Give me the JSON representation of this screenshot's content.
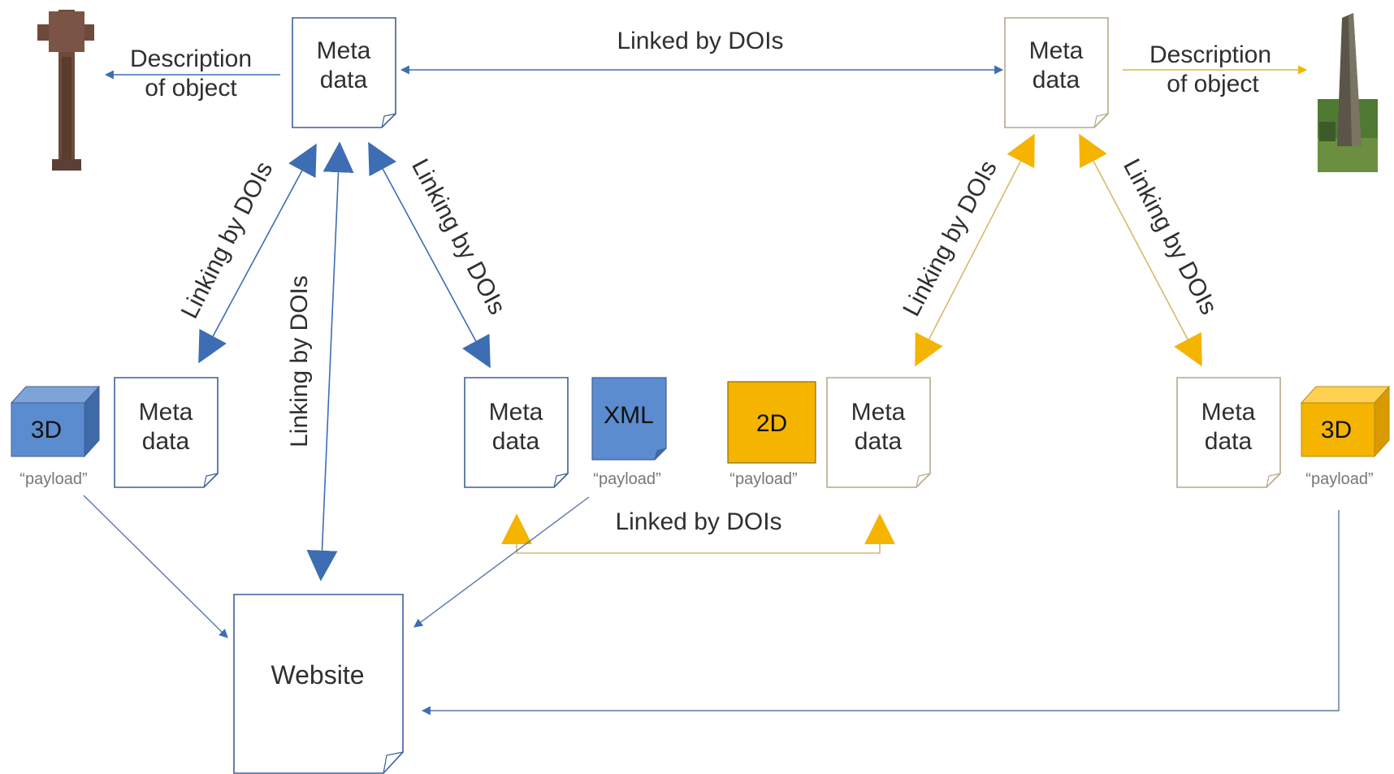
{
  "metadata_label": [
    "Meta",
    "data"
  ],
  "website_label": "Website",
  "labels": {
    "linked_top": "Linked by DOIs",
    "linked_bottom": "Linked by DOIs",
    "linking": "Linking by DOIs",
    "description": [
      "Description",
      "of object"
    ]
  },
  "payloads": {
    "left_3d": {
      "badge": "3D",
      "caption": "“payload”"
    },
    "xml": {
      "badge": "XML",
      "caption": "“payload”"
    },
    "twod": {
      "badge": "2D",
      "caption": "“payload”"
    },
    "right_3d": {
      "badge": "3D",
      "caption": "“payload”"
    }
  },
  "colors": {
    "blue": "#3d6db3",
    "blue_fill": "#5b8ccf",
    "yellow": "#f4b400",
    "yellow_line": "#d9b86a",
    "box_border_blue": "#3f5f99",
    "box_border_yellow": "#b5a98a"
  },
  "images": {
    "left_object": "stone-cross",
    "right_object": "stone-obelisk-on-grass"
  }
}
